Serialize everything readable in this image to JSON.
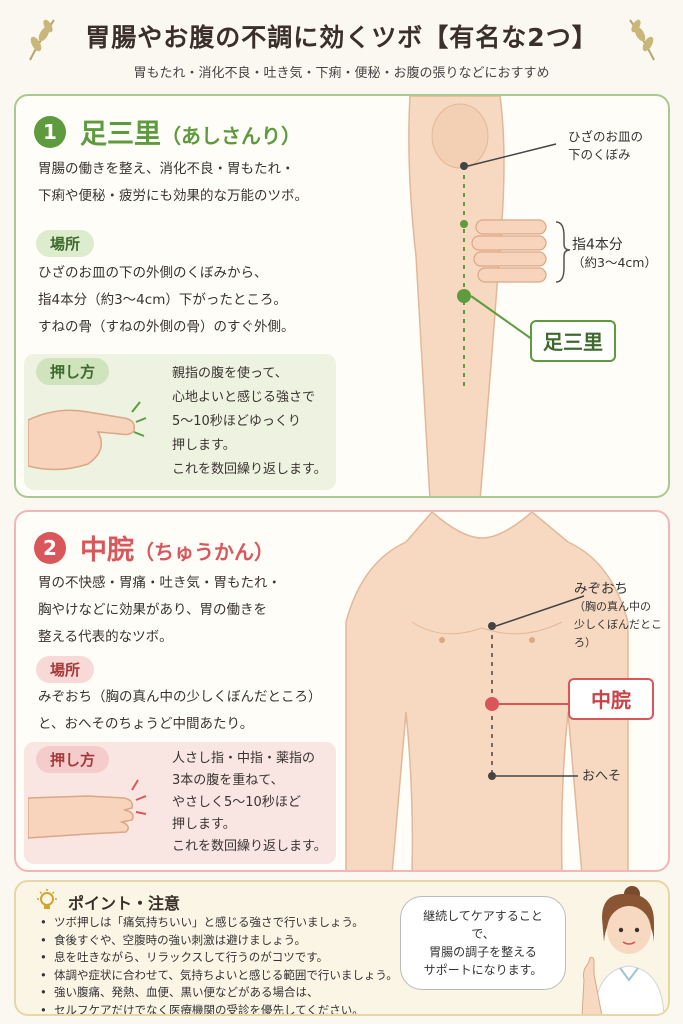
{
  "header": {
    "title": "胃腸やお腹の不調に効くツボ【有名な2つ】",
    "subtitle": "胃もたれ・消化不良・吐き気・下痢・便秘・お腹の張りなどにおすすめ"
  },
  "point1": {
    "number": "1",
    "name": "足三里",
    "reading": "（あしさんり）",
    "description": [
      "胃腸の働きを整え、消化不良・胃もたれ・",
      "下痢や便秘・疲労にも効果的な万能のツボ。"
    ],
    "location_tag": "場所",
    "location": [
      "ひざのお皿の下の外側のくぼみから、",
      "指4本分（約3〜4cm）下がったところ。",
      "すねの骨（すねの外側の骨）のすぐ外側。"
    ],
    "press_tag": "押し方",
    "press": [
      "親指の腹を使って、",
      "心地よいと感じる強さで",
      "5〜10秒ほどゆっくり",
      "押します。",
      "これを数回繰り返します。"
    ],
    "label_knee": [
      "ひざのお皿の",
      "下のくぼみ"
    ],
    "label_fingers": [
      "指4本分",
      "（約3〜4cm）"
    ],
    "callout": "足三里"
  },
  "point2": {
    "number": "2",
    "name": "中脘",
    "reading": "（ちゅうかん）",
    "description": [
      "胃の不快感・胃痛・吐き気・胃もたれ・",
      "胸やけなどに効果があり、胃の働きを",
      "整える代表的なツボ。"
    ],
    "location_tag": "場所",
    "location": [
      "みぞおち（胸の真ん中の少しくぼんだところ）",
      "と、おへそのちょうど中間あたり。"
    ],
    "press_tag": "押し方",
    "press": [
      "人さし指・中指・薬指の",
      "3本の腹を重ねて、",
      "やさしく5〜10秒ほど",
      "押します。",
      "これを数回繰り返します。"
    ],
    "label_top": "みぞおち",
    "label_top_sub": [
      "（胸の真ん中の",
      "少しくぼんだところ）"
    ],
    "label_bottom": "おへそ",
    "callout": "中脘"
  },
  "notes": {
    "title": "ポイント・注意",
    "items": [
      "ツボ押しは「痛気持ちいい」と感じる強さで行いましょう。",
      "食後すぐや、空腹時の強い刺激は避けましょう。",
      "息を吐きながら、リラックスして行うのがコツです。",
      "体調や症状に合わせて、気持ちよいと感じる範囲で行いましょう。",
      "強い腹痛、発熱、血便、黒い便などがある場合は、"
    ],
    "last_line": "セルフケアだけでなく医療機関の受診を優先してください。",
    "bubble": [
      "継続してケアすることで、",
      "胃腸の調子を整える",
      "サポートになります。"
    ]
  },
  "colors": {
    "green": "#5e9a3e",
    "red": "#d9575b",
    "skin": "#f7d9c2"
  },
  "icons": [
    "leaf-icon",
    "lightbulb-icon",
    "hand-thumb-icon",
    "hand-fingers-icon",
    "nurse-avatar"
  ]
}
